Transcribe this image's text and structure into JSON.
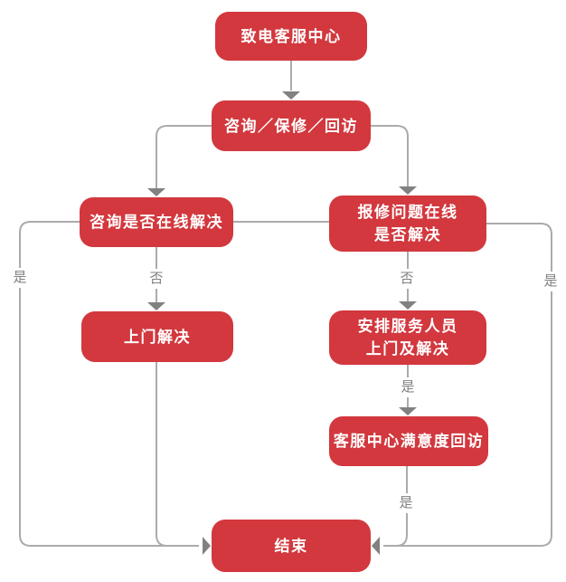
{
  "diagram": {
    "nodes": {
      "call_center": {
        "label": "致电客服中心"
      },
      "service_type": {
        "label": "咨询／保修／回访"
      },
      "consult_online": {
        "label": "咨询是否在线解决"
      },
      "repair_online": {
        "lines": [
          "报修问题在线",
          "是否解决"
        ]
      },
      "onsite_solve": {
        "label": "上门解决"
      },
      "arrange_staff": {
        "lines": [
          "安排服务人员",
          "上门及解决"
        ]
      },
      "satisfaction_survey": {
        "label": "客服中心满意度回访"
      },
      "end": {
        "label": "结束"
      }
    },
    "edge_labels": {
      "consult_yes": "是",
      "consult_no": "否",
      "repair_no": "否",
      "repair_yes": "是",
      "arrange_yes": "是",
      "survey_yes": "是"
    },
    "colors": {
      "node_fill": "#d2383e",
      "node_text": "#ffffff",
      "line": "#ababab",
      "arrow": "#818181",
      "label_text": "#808080"
    }
  }
}
